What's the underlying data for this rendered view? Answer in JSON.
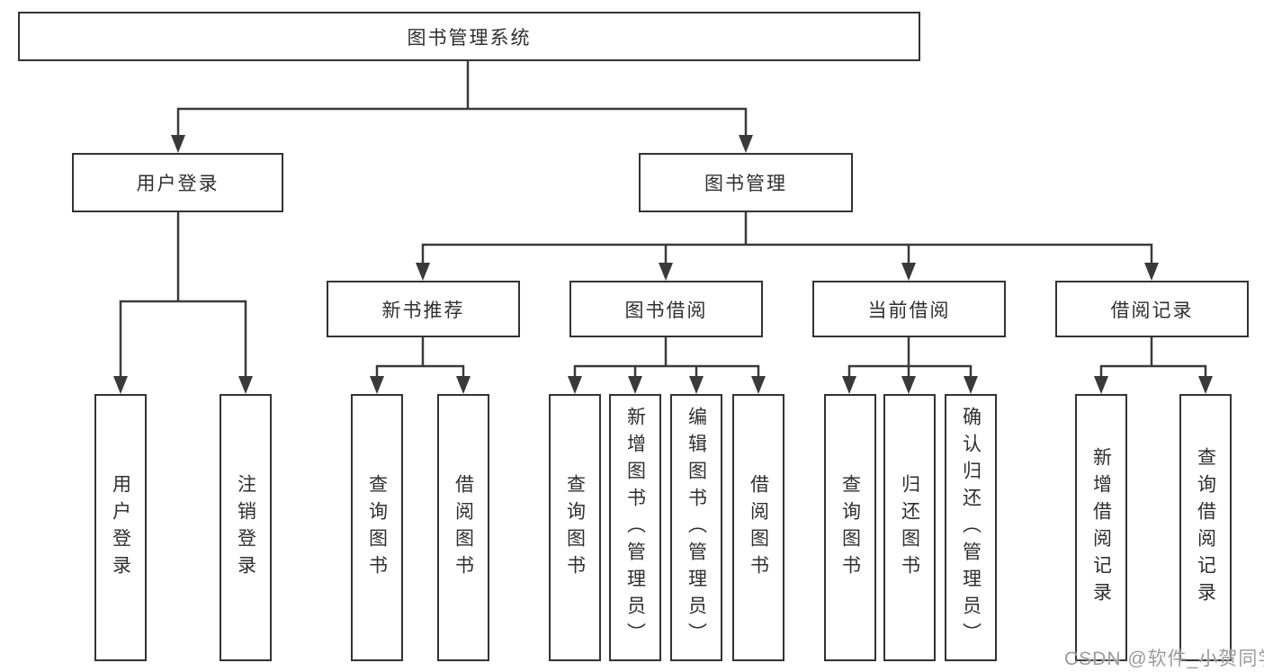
{
  "palette": {
    "background": "#ffffff",
    "box_border": "#333333",
    "line": "#3a3a3a",
    "text": "#2f2f2f",
    "watermark": "#9b9b9b"
  },
  "watermark": {
    "text": "CSDN @软件_小贺同学"
  },
  "tree": {
    "root": {
      "label": "图书管理系统"
    },
    "branches": [
      {
        "label": "用户登录",
        "children": [
          {
            "label": "用户登录"
          },
          {
            "label": "注销登录"
          }
        ]
      },
      {
        "label": "图书管理",
        "children": [
          {
            "label": "新书推荐",
            "children": [
              {
                "label": "查询图书"
              },
              {
                "label": "借阅图书"
              }
            ]
          },
          {
            "label": "图书借阅",
            "children": [
              {
                "label": "查询图书"
              },
              {
                "label": "新增图书（管理员）"
              },
              {
                "label": "编辑图书（管理员）"
              },
              {
                "label": "借阅图书"
              }
            ]
          },
          {
            "label": "当前借阅",
            "children": [
              {
                "label": "查询图书"
              },
              {
                "label": "归还图书"
              },
              {
                "label": "确认归还（管理员）"
              }
            ]
          },
          {
            "label": "借阅记录",
            "children": [
              {
                "label": "新增借阅记录"
              },
              {
                "label": "查询借阅记录"
              }
            ]
          }
        ]
      }
    ]
  }
}
